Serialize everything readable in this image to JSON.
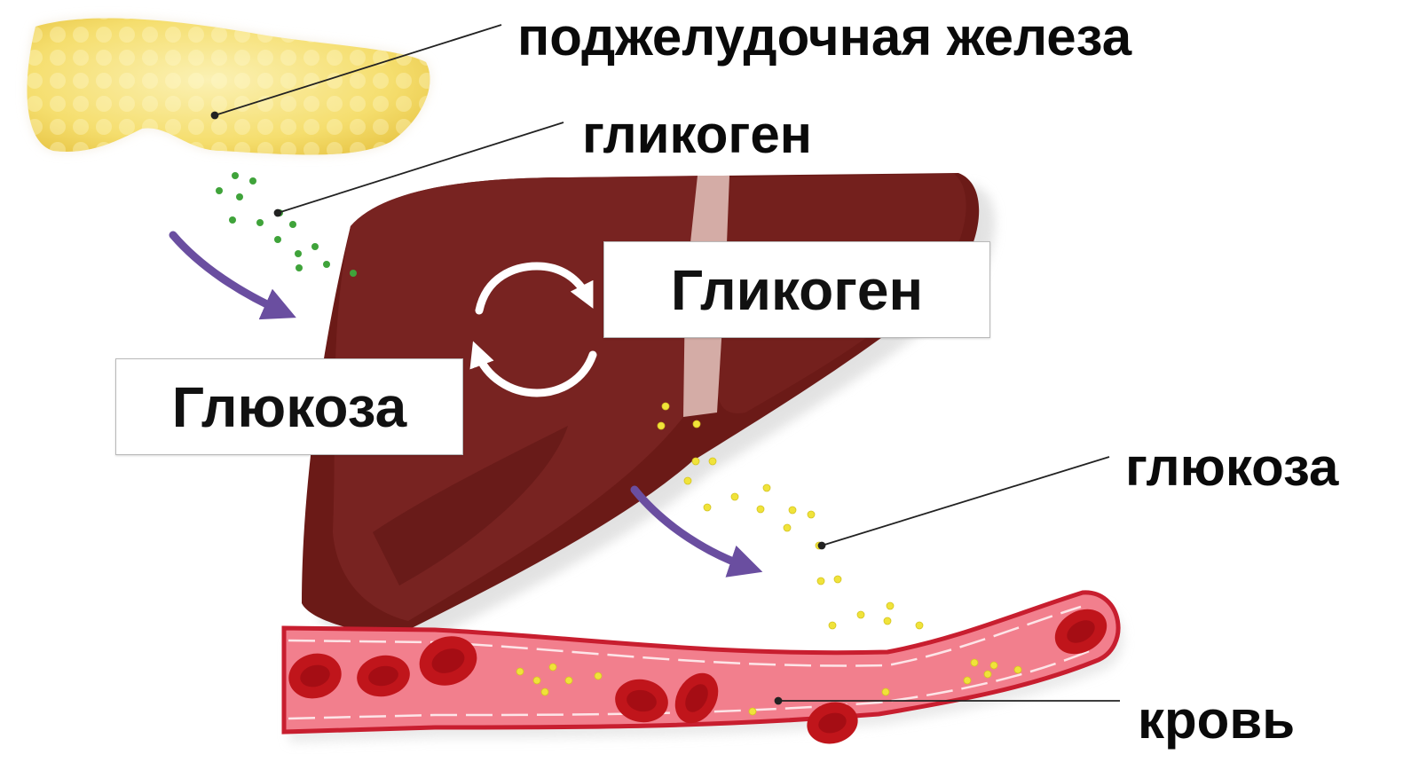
{
  "labels": {
    "pancreas": "поджелудочная железа",
    "glycogen_small": "гликоген",
    "glucose_small": "глюкоза",
    "blood": "кровь"
  },
  "boxes": {
    "glycogen": "Гликоген",
    "glucose": "Глюкоза"
  },
  "colors": {
    "liver": "#6b1a17",
    "liver_highlight": "#7e2a25",
    "ligament": "#d9b3ad",
    "pancreas": "#f7e27a",
    "vessel": "#f07a88",
    "vessel_border": "#c81e2f",
    "red_cell": "#c0151b",
    "arrow": "#6a4ea0",
    "glycogen_dot": "#3fa33a",
    "glucose_dot": "#f0e33a",
    "leader_line": "#222222"
  },
  "icons": {
    "cycle": "cycle-arrows-icon",
    "flow_arrow": "flow-arrow-icon"
  }
}
